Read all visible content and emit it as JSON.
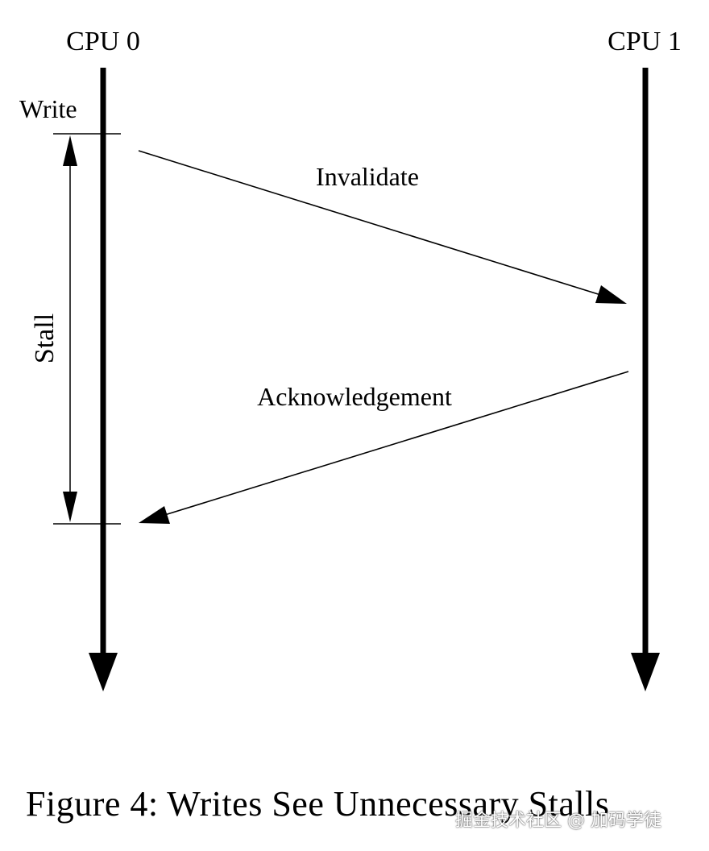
{
  "diagram": {
    "cpu0_label": "CPU 0",
    "cpu1_label": "CPU 1",
    "write_label": "Write",
    "stall_label": "Stall",
    "invalidate_label": "Invalidate",
    "ack_label": "Acknowledgement"
  },
  "caption": "Figure 4:  Writes See Unnecessary Stalls",
  "watermark": "掘金技术社区 @ 加码学徒",
  "colors": {
    "ink": "#000000",
    "background": "#ffffff"
  }
}
